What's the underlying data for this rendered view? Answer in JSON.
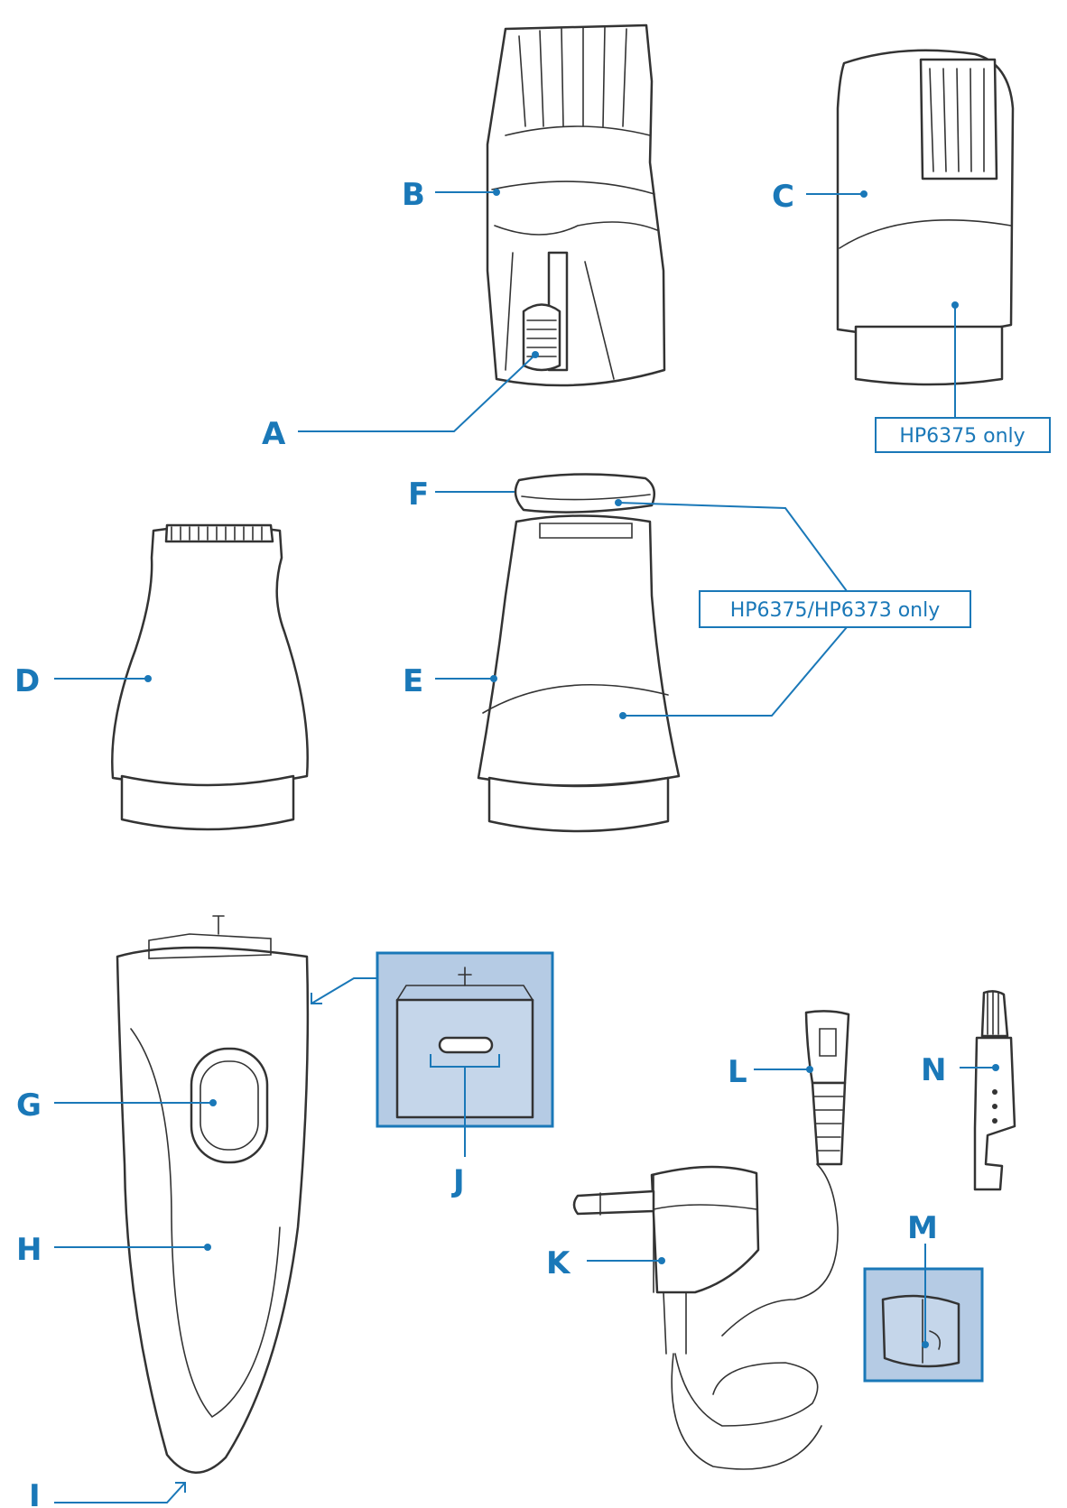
{
  "labels": {
    "a": "A",
    "b": "B",
    "c": "C",
    "d": "D",
    "e": "E",
    "f": "F",
    "g": "G",
    "h": "H",
    "i": "I",
    "j": "J",
    "k": "K",
    "l": "L",
    "m": "M",
    "n": "N"
  },
  "notes": {
    "hp6375_only": "HP6375 only",
    "hp6375_hp6373_only": "HP6375/HP6373 only"
  },
  "colors": {
    "accent": "#1a78b8",
    "inset_fill": "#b5cbe4",
    "ink": "#333333"
  }
}
